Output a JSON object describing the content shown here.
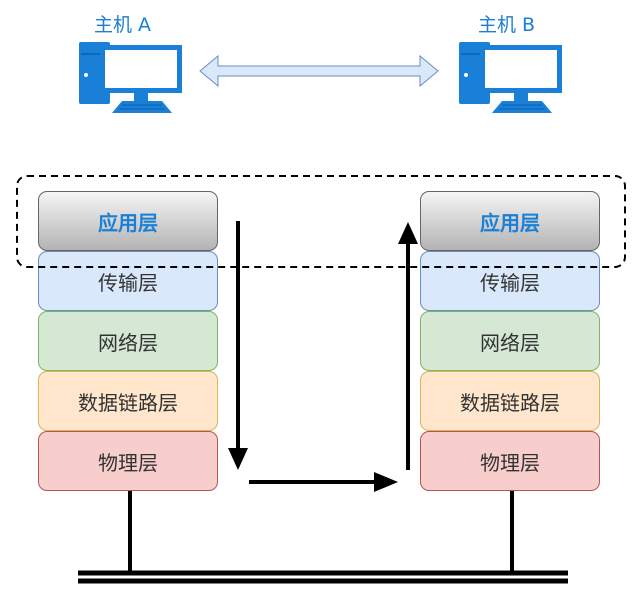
{
  "hosts": [
    {
      "label": "主机 A",
      "icon": "desktop-computer-icon"
    },
    {
      "label": "主机 B",
      "icon": "desktop-computer-icon"
    }
  ],
  "host_link": {
    "icon": "double-arrow-icon",
    "fill": "#dae8fc",
    "stroke": "#6c8ebf"
  },
  "stacks": {
    "left": {
      "layers": [
        "应用层",
        "传输层",
        "网络层",
        "数据链路层",
        "物理层"
      ]
    },
    "right": {
      "layers": [
        "应用层",
        "传输层",
        "网络层",
        "数据链路层",
        "物理层"
      ]
    }
  },
  "highlight": {
    "target": "应用层",
    "style": "dashed"
  },
  "flow": [
    "down-left-stack",
    "across",
    "up-right-stack"
  ],
  "colors": {
    "host_blue": "#1a7fd6",
    "application": "#b3b3b3",
    "transport": "#dae8fc",
    "network": "#d5e8d4",
    "datalink": "#ffe6cc",
    "physical": "#f8cecc"
  }
}
